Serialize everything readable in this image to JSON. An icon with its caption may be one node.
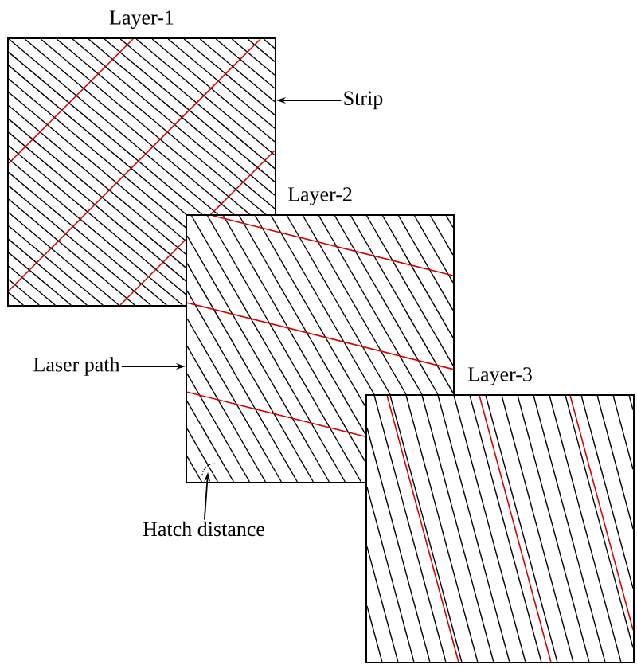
{
  "diagram": {
    "nodes": [
      {
        "text": [
          "Layer-1"
        ]
      },
      {
        "text": [
          "Layer-2"
        ]
      },
      {
        "text": [
          "Layer-3"
        ]
      },
      {
        "text": [
          "Strip"
        ]
      },
      {
        "text": [
          "Laser path"
        ]
      },
      {
        "text": [
          "Hatch distance"
        ]
      }
    ],
    "edges": [
      {
        "from": 3,
        "to": 0,
        "arrow": "to"
      },
      {
        "from": 4,
        "to": 1,
        "arrow": "to"
      },
      {
        "from": 5,
        "to": 1,
        "arrow": "to"
      }
    ]
  }
}
